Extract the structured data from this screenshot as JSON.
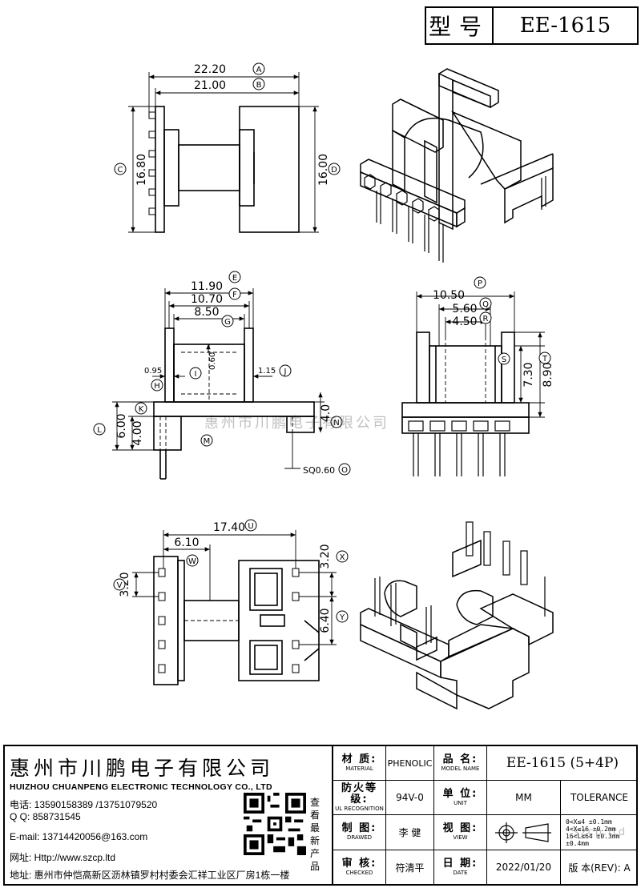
{
  "title": {
    "label": "型号",
    "value": "EE-1615"
  },
  "views": {
    "top": {
      "dims": {
        "d2220": "22.20",
        "d2100": "21.00",
        "d1680": "16.80",
        "d1600": "16.00"
      },
      "callouts": {
        "a": "A",
        "b": "B",
        "c": "C",
        "d": "D"
      }
    },
    "front": {
      "dims": {
        "d1190": "11.90",
        "d1070": "10.70",
        "d850": "8.50",
        "d095": "0.95",
        "d060": "0.60",
        "d115": "1.15",
        "d600": "6.00",
        "d400": "4.00",
        "d40b": "4.0",
        "sq": "SQ0.60"
      },
      "callouts": {
        "e": "E",
        "f": "F",
        "g": "G",
        "h": "H",
        "i": "I",
        "j": "J",
        "k": "K",
        "l": "L",
        "m": "M",
        "n": "N",
        "o": "O"
      }
    },
    "side": {
      "dims": {
        "d1050": "10.50",
        "d560": "5.60",
        "d450": "4.50",
        "d730": "7.30",
        "d890": "8.90"
      },
      "callouts": {
        "p": "P",
        "q": "Q",
        "r": "R",
        "s": "S",
        "t": "T"
      }
    },
    "bottom": {
      "dims": {
        "d1740": "17.40",
        "d610": "6.10",
        "d320a": "3.20",
        "d320b": "3.20",
        "d640": "6.40"
      },
      "callouts": {
        "u": "U",
        "v": "V",
        "w": "W",
        "x": "X",
        "y": "Y"
      }
    }
  },
  "watermark": "惠州市川鹏电子有限公司",
  "company": {
    "name": "惠州市川鹏电子有限公司",
    "name_en": "HUIZHOU CHUANPENG ELECTRONIC TECHNOLOGY CO., LTD",
    "phone": "电话: 13590158389 /13751079520",
    "qq": "Q Q:  858731545",
    "email": "E-mail: 13714420056@163.com",
    "website": "网址: Http://www.szcp.ltd",
    "address": "地址: 惠州市仲恺高新区沥林镇罗村村委会汇祥工业区厂房1栋一楼",
    "qr_caption": "查看最新产品"
  },
  "table": {
    "material_zh": "材 质:",
    "material_en": "MATERIAL",
    "material_val": "PHENOLIC",
    "model_zh": "品 名:",
    "model_en": "MODEL NAME",
    "model_val": "EE-1615 (5+4P)",
    "fire_zh": "防火等级:",
    "fire_en": "UL RECOGNITION",
    "fire_val": "94V-0",
    "unit_zh": "单 位:",
    "unit_en": "UNIT",
    "unit_val": "MM",
    "tolerance": "TOLERANCE",
    "drawn_zh": "制 图:",
    "drawn_en": "DRAWED",
    "drawn_val": "李 健",
    "view_zh": "视 图:",
    "view_en": "VIEW",
    "checked_zh": "审 核:",
    "checked_en": "CHECKED",
    "checked_val": "符清平",
    "date_zh": "日 期:",
    "date_en": "DATE",
    "date_val": "2022/01/20",
    "rev_label": "版 本(REV): A",
    "tol_rows": [
      "0<X≤4   ±0.1mm",
      "4<X≤16  ±0.2mm",
      "16<L≤64 ±0.3mm",
      "  ±0.4mm"
    ],
    "tol_watermark": "szcp.ltd"
  }
}
